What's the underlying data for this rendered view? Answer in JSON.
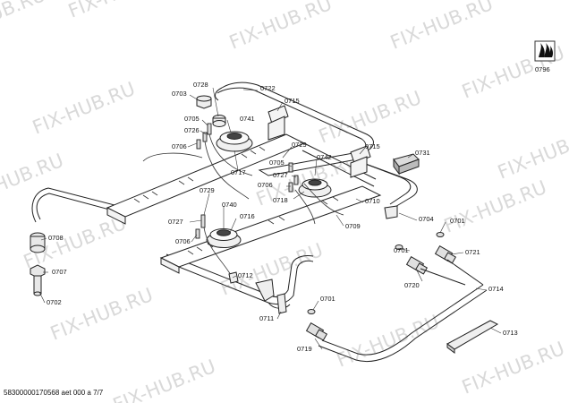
{
  "watermark": "FIX-HUB.RU",
  "footer": "58300000170568 aet 000 a 7/7",
  "part_labels": {
    "p0796": "0796",
    "p0722": "0722",
    "p0728": "0728",
    "p0703": "0703",
    "p0715a": "0715",
    "p0705a": "0705",
    "p0741": "0741",
    "p0726": "0726",
    "p0706a": "0706",
    "p0729a": "0729",
    "p0717": "0717",
    "p0715b": "0715",
    "p0742": "0742",
    "p0731": "0731",
    "p0705b": "0705",
    "p0727a": "0727",
    "p0706b": "0706",
    "p0718": "0718",
    "p0710": "0710",
    "p0729b": "0729",
    "p0740": "0740",
    "p0727b": "0727",
    "p0716": "0716",
    "p0706c": "0706",
    "p0709": "0709",
    "p0704": "0704",
    "p0701a": "0701",
    "p0708": "0708",
    "p0707": "0707",
    "p0702": "0702",
    "p0701b": "0701",
    "p0721": "0721",
    "p0720": "0720",
    "p0712": "0712",
    "p0714": "0714",
    "p0701c": "0701",
    "p0711": "0711",
    "p0713": "0713",
    "p0719": "0719"
  }
}
